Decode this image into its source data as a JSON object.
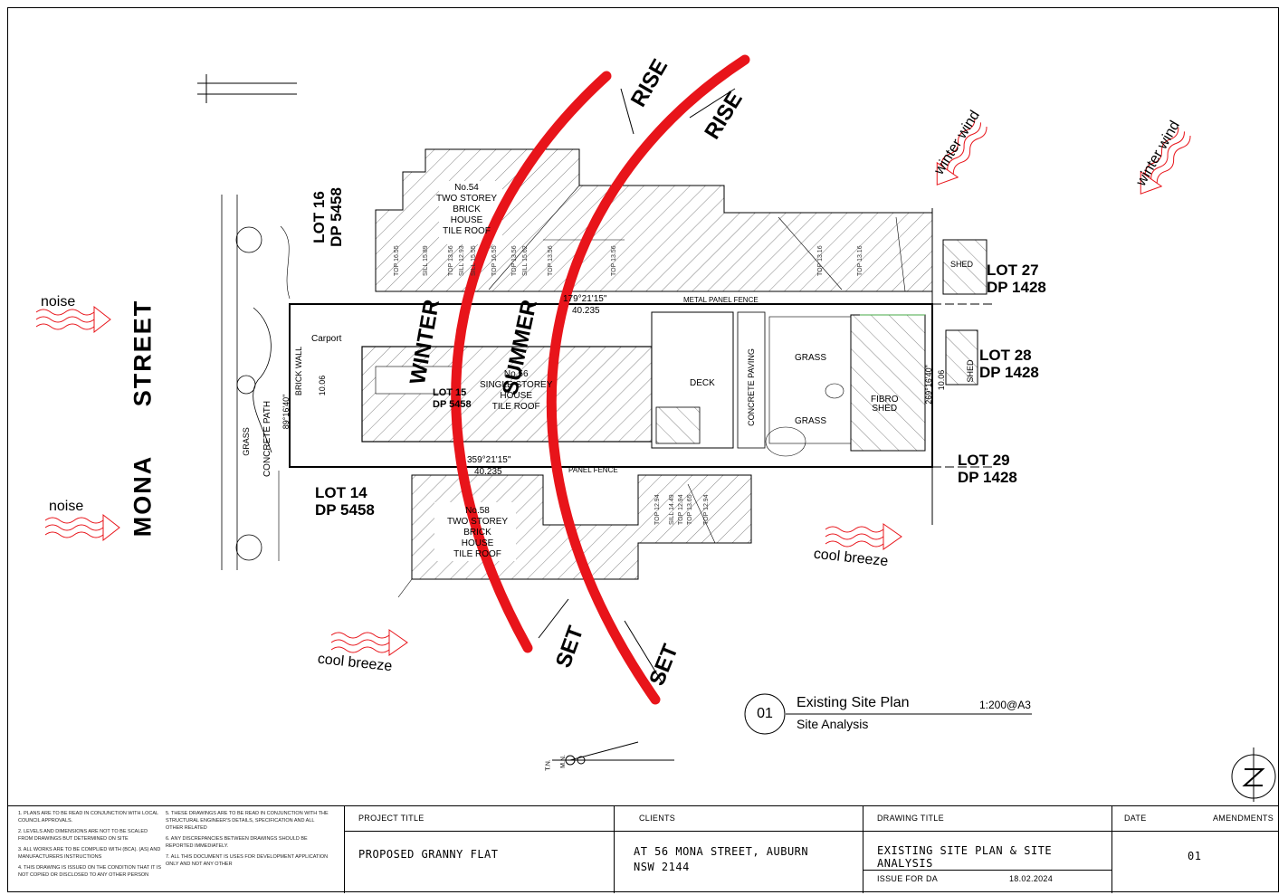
{
  "streets": {
    "street_name": "MONA",
    "street_type": "STREET"
  },
  "lots": {
    "lot16": [
      "LOT 16",
      "DP 5458"
    ],
    "lot14": [
      "LOT 14",
      "DP 5458"
    ],
    "lot27": [
      "LOT 27",
      "DP 1428"
    ],
    "lot28": [
      "LOT 28",
      "DP 1428"
    ],
    "lot29": [
      "LOT 29",
      "DP 1428"
    ],
    "lot15": [
      "LOT 15",
      "DP 5458"
    ]
  },
  "site_labels": {
    "carport": "Carport",
    "deck": "DECK",
    "grass_1": "GRASS",
    "grass_2": "GRASS",
    "grass_path": "GRASS",
    "concrete_path": "CONCRETE PATH",
    "concrete_paving": "CONCRETE PAVING",
    "brick_wall": "BRICK WALL",
    "fibro_shed": [
      "FIBRO",
      "SHED"
    ],
    "shed_27": "SHED",
    "shed_28": "SHED",
    "metal_fence_top": "METAL PANEL FENCE",
    "metal_fence_bottom": "PANEL FENCE",
    "house_54": [
      "No.54",
      "TWO STOREY",
      "BRICK",
      "HOUSE",
      "TILE ROOF"
    ],
    "house_56": [
      "No.56",
      "SINGLE STOREY",
      "HOUSE",
      "TILE ROOF"
    ],
    "house_58": [
      "No.58",
      "TWO STOREY",
      "BRICK",
      "HOUSE",
      "TILE ROOF"
    ]
  },
  "dimensions": {
    "bearing_top": "179°21'15\"",
    "length_top": "40.235",
    "bearing_bottom": "359°21'15\"",
    "length_bottom": "40.235",
    "bearing_left": "89°16'40\"",
    "width_left": "10.06",
    "bearing_right": "269°16'40\"",
    "width_right": "10.06"
  },
  "levels": [
    "TOP 16.55",
    "SILL 15.89",
    "TOP 13.56",
    "SILL 12.93",
    "SILL 15.55",
    "TOP 16.55",
    "TOP 13.56",
    "SILL 15.62",
    "TOP 13.56",
    "TOP 13.56",
    "TOP 13.16",
    "TOP 13.16"
  ],
  "levels_bottom": [
    "TOP 12.94",
    "SILL 14.49",
    "TOP 12.94",
    "TOP 13.65",
    "TOP 12.94"
  ],
  "sun_path": {
    "winter": "WINTER",
    "summer": "SUMMER",
    "rise_1": "RISE",
    "rise_2": "RISE",
    "set_1": "SET",
    "set_2": "SET"
  },
  "environment": {
    "noise_1": "noise",
    "noise_2": "noise",
    "winter_wind_1": "winter wind",
    "winter_wind_2": "winter wind",
    "cool_breeze_1": "cool breeze",
    "cool_breeze_2": "cool breeze"
  },
  "drawing_ref": {
    "number": "01",
    "title": "Existing Site Plan",
    "scale": "1:200@A3",
    "subtitle": "Site Analysis"
  },
  "north": {
    "tn": "T.N.",
    "mn": "M.N."
  },
  "notes_left": [
    "1. PLANS ARE TO BE READ IN CONJUNCTION WITH LOCAL COUNCIL APPROVALS.",
    "2. LEVELS AND DIMENSIONS ARE NOT TO BE SCALED FROM DRAWINGS BUT DETERMINED ON SITE",
    "3. ALL WORKS ARE TO BE COMPLIED WITH (BCA). (AS) AND MANUFACTURERS INSTRUCTIONS",
    "4. THIS DRAWING IS ISSUED ON THE CONDITION THAT IT IS NOT COPIED OR DISCLOSED TO ANY OTHER PERSON"
  ],
  "notes_right": [
    "5. THESE DRAWINGS ARE TO BE READ IN CONJUNCTION WITH THE STRUCTURAL ENGINEER'S DETAILS, SPECIFICATION AND ALL OTHER RELATED",
    "6. ANY DISCREPANCIES BETWEEN DRAWINGS SHOULD BE REPORTED IMMEDIATELY.",
    "7. ALL THIS DOCUMENT IS USES FOR DEVELOPMENT APPLICATION ONLY AND NOT ANY OTHER"
  ],
  "title_block": {
    "project_label": "PROJECT TITLE",
    "project_value": "PROPOSED GRANNY FLAT",
    "clients_label": "CLIENTS",
    "clients_value_1": "AT 56 MONA STREET, AUBURN",
    "clients_value_2": "NSW 2144",
    "drawing_label": "DRAWING TITLE",
    "drawing_value": "EXISTING SITE PLAN & SITE ANALYSIS",
    "issue_label": "ISSUE FOR  DA",
    "issue_date": "18.02.2024",
    "date_label": "DATE",
    "amendments_label": "AMENDMENTS",
    "amendment_value": "01"
  },
  "colors": {
    "sun_arc": "#e8141a",
    "arrow": "#e8141a",
    "line": "#000000",
    "hatch": "#555555"
  }
}
